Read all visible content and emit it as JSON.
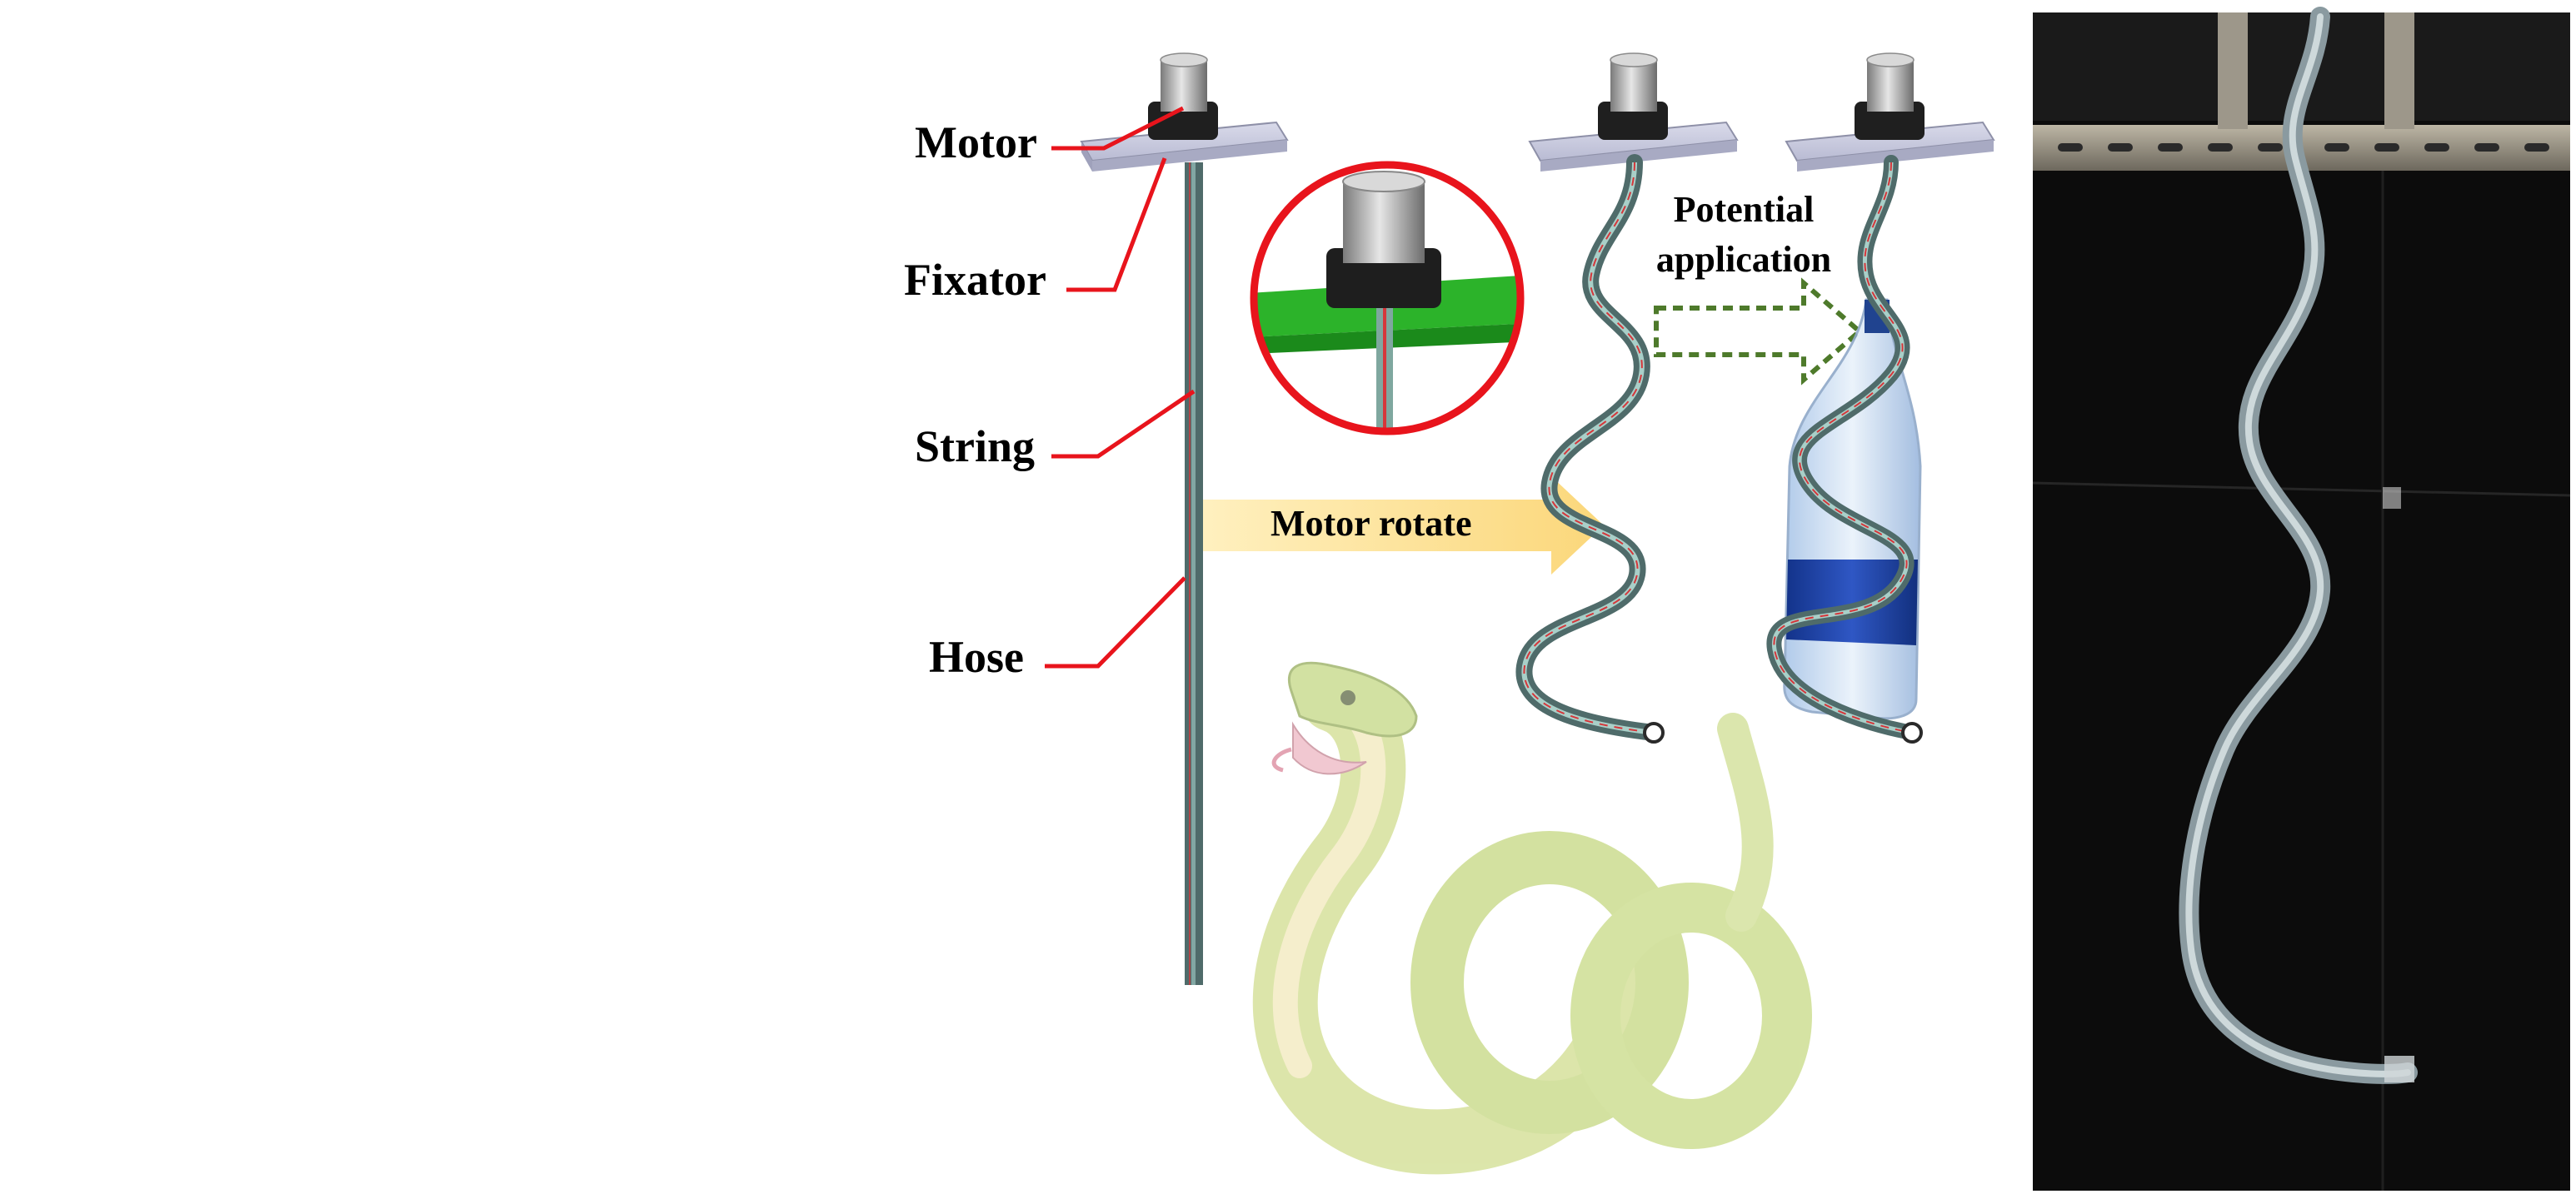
{
  "labels": {
    "motor": "Motor",
    "fixator": "Fixator",
    "string": "String",
    "hose": "Hose",
    "motor_rotate": "Motor rotate",
    "potential_line1": "Potential",
    "potential_line2": "application"
  },
  "colors": {
    "leader": "#e8141c",
    "callout_ring": "#e8141c",
    "arrow_fill": "#fde6a4",
    "dashed_arrow": "#4e7a2b",
    "plate": "#c9cbe0",
    "motor_body": "#b9b9b9",
    "motor_clamp": "#1e1e1e",
    "hose": "#4f6b6a",
    "inner_string": "#d6363a",
    "snake_body": "#c9d98a",
    "photo_bg": "#0c0c0c"
  }
}
